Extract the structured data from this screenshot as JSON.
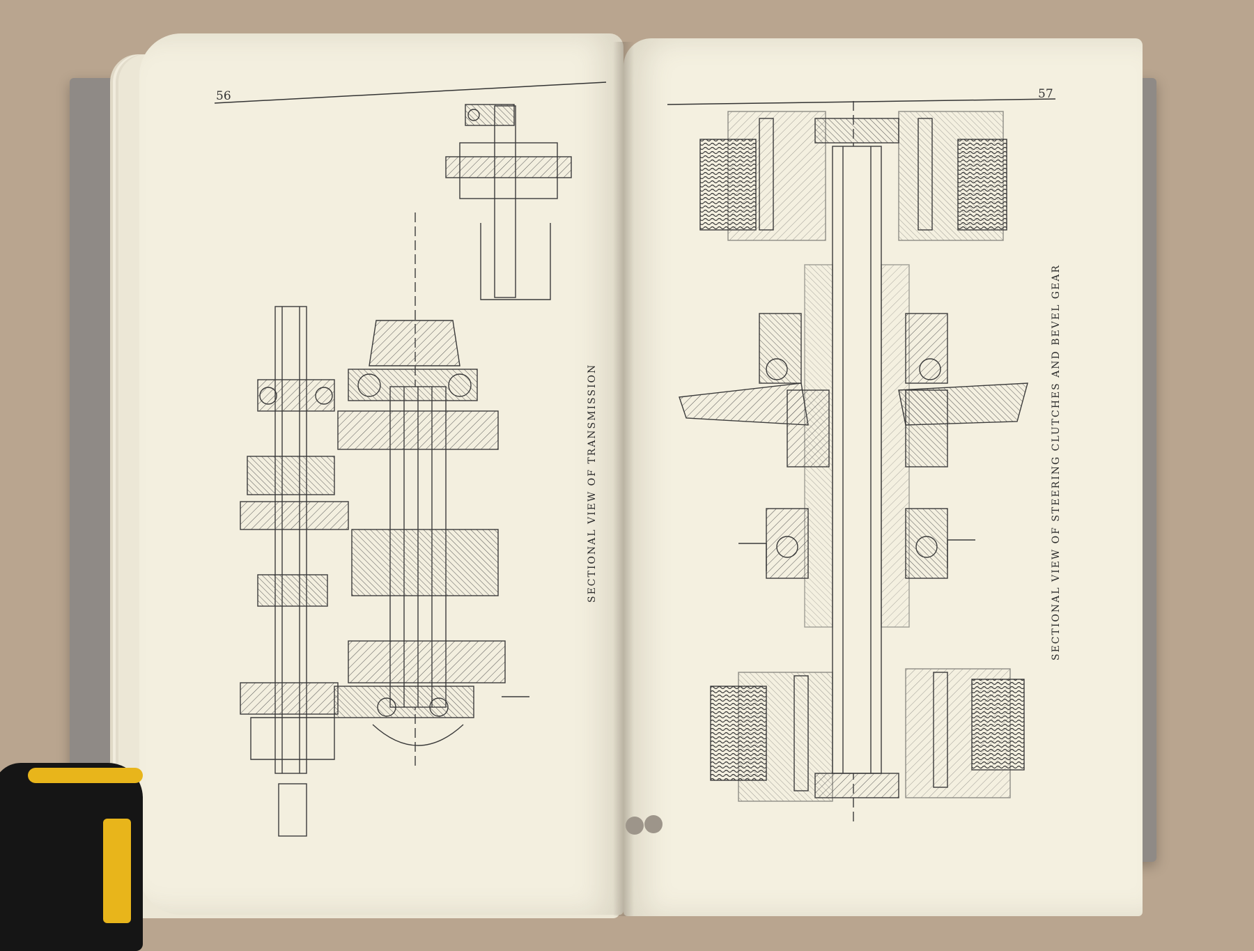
{
  "book": {
    "left_page": {
      "number": "56",
      "caption": "SECTIONAL VIEW OF TRANSMISSION"
    },
    "right_page": {
      "number": "57",
      "caption": "SECTIONAL VIEW OF STEERING CLUTCHES AND BEVEL GEAR"
    }
  },
  "colors": {
    "background": "#b9a58f",
    "paper": "#f3efdf",
    "ink": "#3a3a3a",
    "tape": "#e8b51b"
  }
}
